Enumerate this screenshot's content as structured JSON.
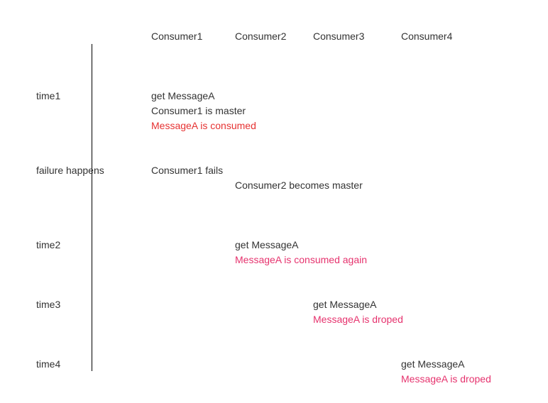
{
  "headers": [
    "Consumer1",
    "Consumer2",
    "Consumer3",
    "Consumer4"
  ],
  "rows": {
    "time1": "time1",
    "failure": "failure happens",
    "time2": "time2",
    "time3": "time3",
    "time4": "time4"
  },
  "events": {
    "c1_get": "get MessageA",
    "c1_master": "Consumer1 is master",
    "c1_consumed": "MessageA is consumed",
    "c1_fails": "Consumer1 fails",
    "c2_becomes_master": "Consumer2 becomes master",
    "c2_get": "get MessageA",
    "c2_consumed_again": "MessageA is consumed again",
    "c3_get": "get MessageA",
    "c3_droped": "MessageA is droped",
    "c4_get": "get MessageA",
    "c4_droped": "MessageA is droped"
  },
  "colors": {
    "text": "#333333",
    "consumed": "#e63232",
    "duplicate": "#e6336e",
    "axis": "#000000"
  }
}
